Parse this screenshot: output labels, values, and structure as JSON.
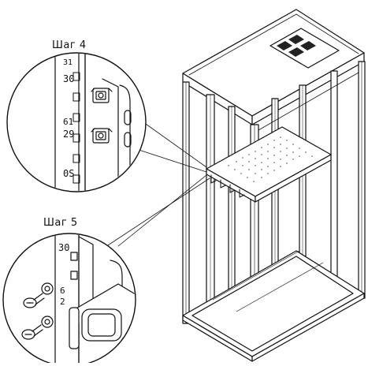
{
  "steps": [
    {
      "label": "Шаг 4",
      "rail_numbers": [
        "31",
        "30",
        "61",
        "29",
        "0S"
      ]
    },
    {
      "label": "Шаг 5",
      "rail_numbers": [
        "30",
        "6",
        "2"
      ]
    }
  ],
  "colors": {
    "line": "#111111",
    "fill": "#ffffff",
    "vent": "#222222"
  },
  "icons": [
    "cage-nut-icon",
    "screw-icon",
    "washer-icon",
    "vent-fan-icon",
    "perforated-shelf-icon"
  ]
}
